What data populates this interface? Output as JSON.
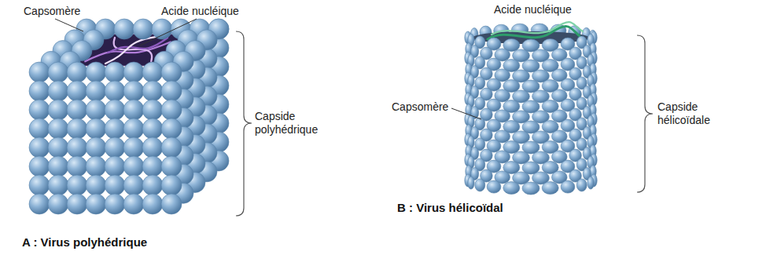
{
  "diagram": {
    "labels": [
      "Capsomère",
      "Acide nucléique",
      "Capside polyhédrique",
      "A : Virus polyhédrique",
      "Acide nucléique",
      "Capsomère",
      "Capside hélicoïdale",
      "B : Virus hélicoïdal"
    ]
  }
}
